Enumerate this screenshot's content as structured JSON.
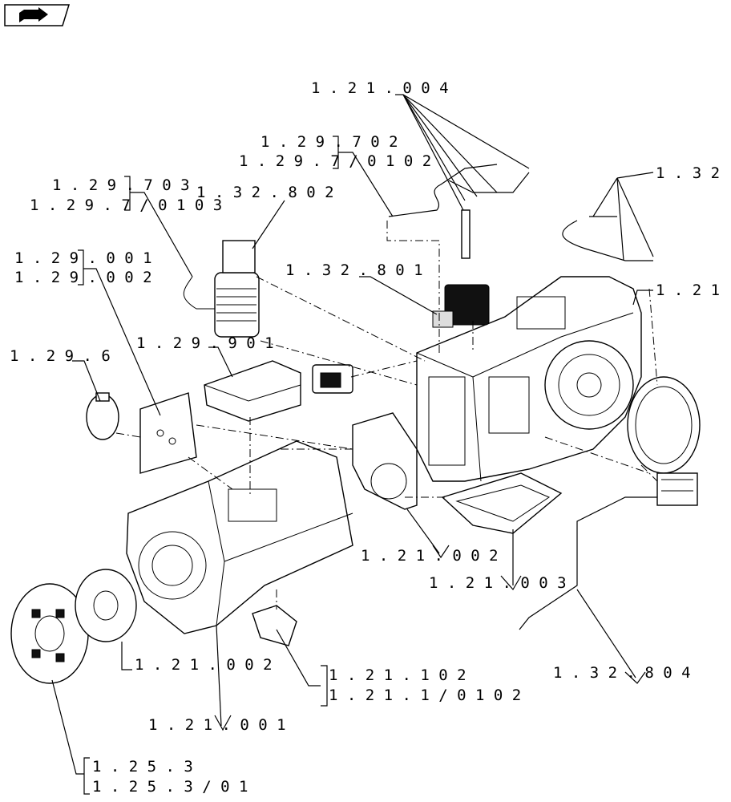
{
  "icons": {
    "nav": "next-page-icon"
  },
  "callouts": {
    "c1": "1 . 2 1 . 0   0 4",
    "c2a": "1 . 2 9 . 7   0 2",
    "c2b": "1 . 2 9 . 7 / 0 1   0 2",
    "c3a": "1 . 2 9 . 7   0 3",
    "c3b": "1 . 2 9 . 7 / 0 1   0 3",
    "c4": "1 . 3 2 . 8   0 2",
    "c5": "1 . 3 2 .",
    "c6a": "1 . 2 9 . 0   0 1",
    "c6b": "1 . 2 9 . 0   0 2",
    "c7": "1 . 3 2 . 8   0 1",
    "c8": "1 . 2 1 .",
    "c9": "1 . 2 9 . 6",
    "c10": "1 . 2 9 . 9   0 1",
    "c11": "1 . 2 1 . 0   0 2",
    "c12": "1 . 2 1 . 0   0 3",
    "c13": "1 . 2 1 . 0   0 2",
    "c14a": "1 . 2 1 . 1   0 2",
    "c14b": "1 . 2 1 . 1 / 0 1   0 2",
    "c15": "1 . 3 2 . 8   0 4",
    "c16": "1 . 2 1 . 0   0 1",
    "c17a": "1 . 2 5 . 3",
    "c17b": "1 . 2 5 . 3 / 0 1"
  }
}
